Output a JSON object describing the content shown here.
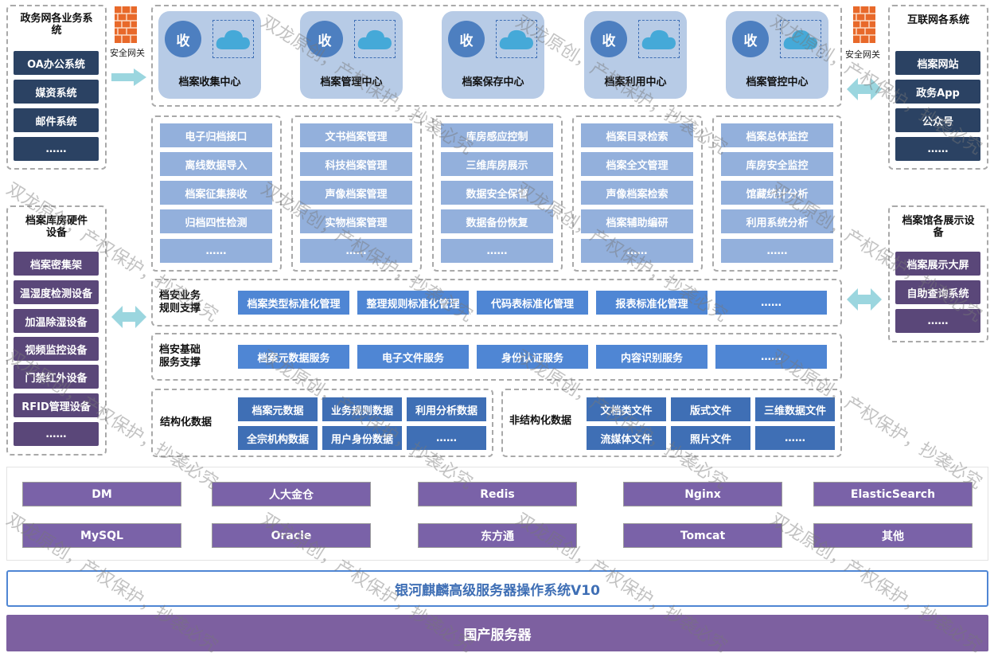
{
  "left_gov": {
    "title": "政务网各业务系统",
    "items": [
      "OA办公系统",
      "媒资系统",
      "邮件系统",
      "……"
    ]
  },
  "gateway_label": "安全网关",
  "left_hw": {
    "title": "档案库房硬件设备",
    "items": [
      "档案密集架",
      "温湿度检测设备",
      "加温除湿设备",
      "视频监控设备",
      "门禁红外设备",
      "RFID管理设备",
      "……"
    ]
  },
  "right_net": {
    "title": "互联网各系统",
    "items": [
      "档案网站",
      "政务App",
      "公众号",
      "……"
    ]
  },
  "right_show": {
    "title": "档案馆各展示设备",
    "items": [
      "档案展示大屏",
      "自助查询系统",
      "……"
    ]
  },
  "centers": [
    {
      "circle": "收",
      "name": "档案收集中心"
    },
    {
      "circle": "收",
      "name": "档案管理中心"
    },
    {
      "circle": "收",
      "name": "档案保存中心"
    },
    {
      "circle": "收",
      "name": "档案利用中心"
    },
    {
      "circle": "收",
      "name": "档案管控中心"
    }
  ],
  "modules": [
    [
      "电子归档接口",
      "离线数据导入",
      "档案征集接收",
      "归档四性检测",
      "……"
    ],
    [
      "文书档案管理",
      "科技档案管理",
      "声像档案管理",
      "实物档案管理",
      "……"
    ],
    [
      "库房感应控制",
      "三维库房展示",
      "数据安全保管",
      "数据备份恢复",
      "……"
    ],
    [
      "档案目录检索",
      "档案全文管理",
      "声像档案检索",
      "档案辅助编研",
      "……"
    ],
    [
      "档案总体监控",
      "库房安全监控",
      "馆藏统计分析",
      "利用系统分析",
      "……"
    ]
  ],
  "rules": {
    "label": "档安业务规则支撑",
    "items": [
      "档案类型标准化管理",
      "整理规则标准化管理",
      "代码表标准化管理",
      "报表标准化管理",
      "……"
    ]
  },
  "base": {
    "label": "档安基础服务支撑",
    "items": [
      "档案元数据服务",
      "电子文件服务",
      "身份认证服务",
      "内容识别服务",
      "……"
    ]
  },
  "structured": {
    "label": "结构化数据",
    "items": [
      "档案元数据",
      "业务规则数据",
      "利用分析数据",
      "全宗机构数据",
      "用户身份数据",
      "……"
    ]
  },
  "unstructured": {
    "label": "非结构化数据",
    "items": [
      "文档类文件",
      "版式文件",
      "三维数据文件",
      "流媒体文件",
      "照片文件",
      "……"
    ]
  },
  "middleware": [
    "DM",
    "人大金仓",
    "Redis",
    "Nginx",
    "ElasticSearch",
    "MySQL",
    "Oracle",
    "东方通",
    "Tomcat",
    "其他"
  ],
  "os": "银河麒麟高级服务器操作系统V10",
  "server": "国产服务器",
  "watermark": "双龙原创，产权保护，抄袭必究",
  "colors": {
    "dark_navy": "#2b4263",
    "purple": "#5a4779",
    "light_blue": "#93b0dc",
    "mid_blue": "#4f86d4",
    "card_blue": "#b7cbe6",
    "middleware_purple": "#7a62a8",
    "server_purple": "#7d60a0"
  }
}
